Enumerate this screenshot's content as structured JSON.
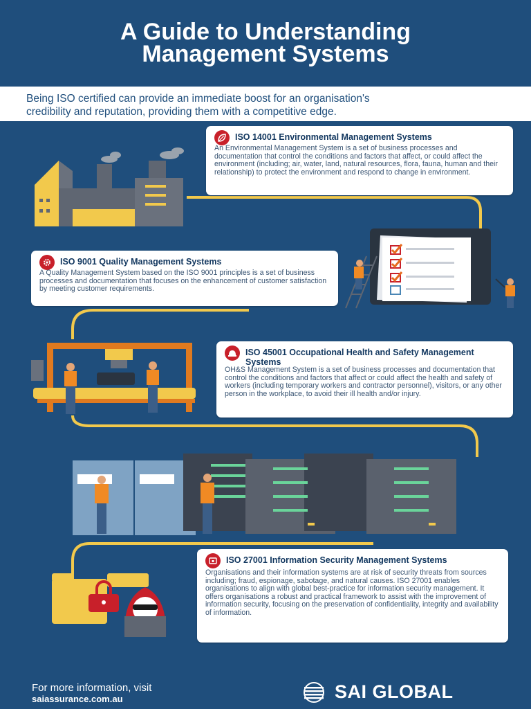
{
  "header": {
    "title_line1": "A Guide to Understanding",
    "title_line2": "Management Systems"
  },
  "intro": {
    "line1": "Being ISO certified can provide an immediate boost for an organisation's",
    "line2": "credibility and reputation, providing them with a competitive edge."
  },
  "sections": [
    {
      "title": "ISO 14001 Environmental Management Systems",
      "body": "An Environmental Management System is a set of business processes and documentation that control the conditions and factors that affect, or could affect the environment (including; air, water, land, natural resources, flora, fauna, human and their relationship) to protect the environment and respond to change in environment.",
      "icon": "leaf-icon"
    },
    {
      "title": "ISO 9001 Quality Management Systems",
      "body": "A Quality Management System based on the ISO 9001 principles is a set of business processes and documentation that focuses on the enhancement of customer satisfaction by meeting customer requirements.",
      "icon": "gear-icon"
    },
    {
      "title": "ISO 45001 Occupational Health and Safety Management Systems",
      "body": "OH&S Management System is a set of business processes and documentation that control the conditions and factors that affect or could affect the health and safety of workers (including temporary workers and contractor personnel), visitors, or any other person in the workplace, to avoid their ill health and/or injury.",
      "icon": "hard-hat-icon"
    },
    {
      "title": "ISO 27001 Information Security Management Systems",
      "body": "Organisations and their information systems are at risk of security threats from sources including; fraud, espionage, sabotage, and natural causes. ISO 27001 enables organisations to align with global best-practice for information security management. It offers organisations a robust and practical framework to assist with the improvement of information security, focusing on the preservation of confidentiality, integrity and availability of information.",
      "icon": "shield-lock-icon"
    }
  ],
  "footer": {
    "text": "For more information, visit",
    "link": "saiassurance.com.au",
    "logo_text": "SAI GLOBAL"
  },
  "colors": {
    "background": "#1f4e7c",
    "accent_red": "#c8202a",
    "accent_yellow": "#f2c94c",
    "title_navy": "#12375f"
  }
}
